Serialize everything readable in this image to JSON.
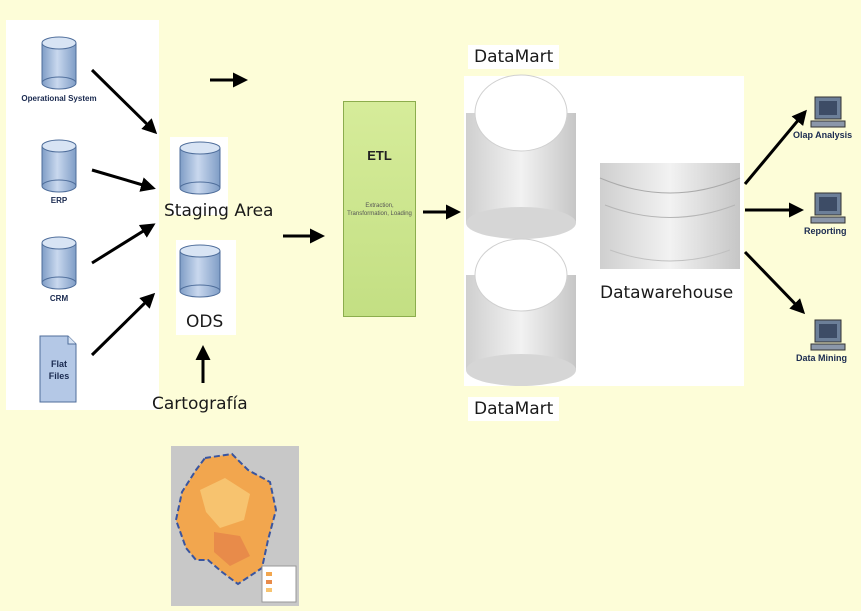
{
  "sources": [
    {
      "label": "Operational System",
      "kind": "database"
    },
    {
      "label": "ERP",
      "kind": "database"
    },
    {
      "label": "CRM",
      "kind": "database"
    },
    {
      "label": "Flat Files",
      "kind": "file"
    }
  ],
  "staging_area": {
    "label": "Staging Area"
  },
  "ods": {
    "label": "ODS"
  },
  "cartografia": {
    "label": "Cartografía"
  },
  "etl": {
    "title": "ETL",
    "description": "Extraction, Transformation, Loading"
  },
  "datamarts": [
    {
      "label": "DataMart"
    },
    {
      "label": "DataMart"
    }
  ],
  "datawarehouse": {
    "label": "Datawarehouse"
  },
  "outputs": [
    {
      "label": "Olap Analysis"
    },
    {
      "label": "Reporting"
    },
    {
      "label": "Data Mining"
    }
  ],
  "colors": {
    "background": "#fdfdd8",
    "cylinder": "#9fb8d8",
    "etl_fill": "#c9e38a",
    "map_fill": "#f2a64e"
  }
}
